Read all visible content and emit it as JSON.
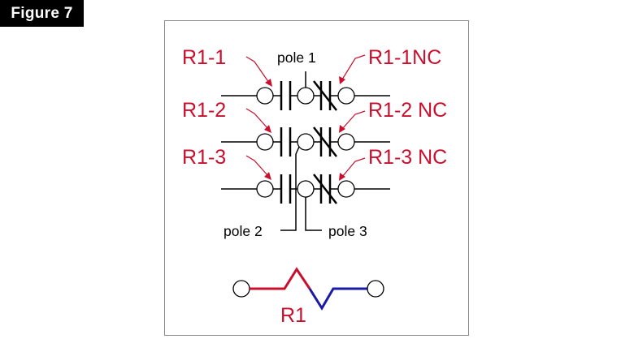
{
  "figure_label": "Figure 7",
  "labels": {
    "r1_1": "R1-1",
    "r1_2": "R1-2",
    "r1_3": "R1-3",
    "r1_1nc": "R1-1NC",
    "r1_2nc": "R1-2 NC",
    "r1_3nc": "R1-3 NC",
    "pole1": "pole 1",
    "pole2": "pole 2",
    "pole3": "pole 3",
    "coil": "R1"
  },
  "colors": {
    "label_red": "#c8102e",
    "coil_red": "#c8102e",
    "coil_blue": "#1a1aa6",
    "frame": "#888888",
    "line": "#000000"
  }
}
